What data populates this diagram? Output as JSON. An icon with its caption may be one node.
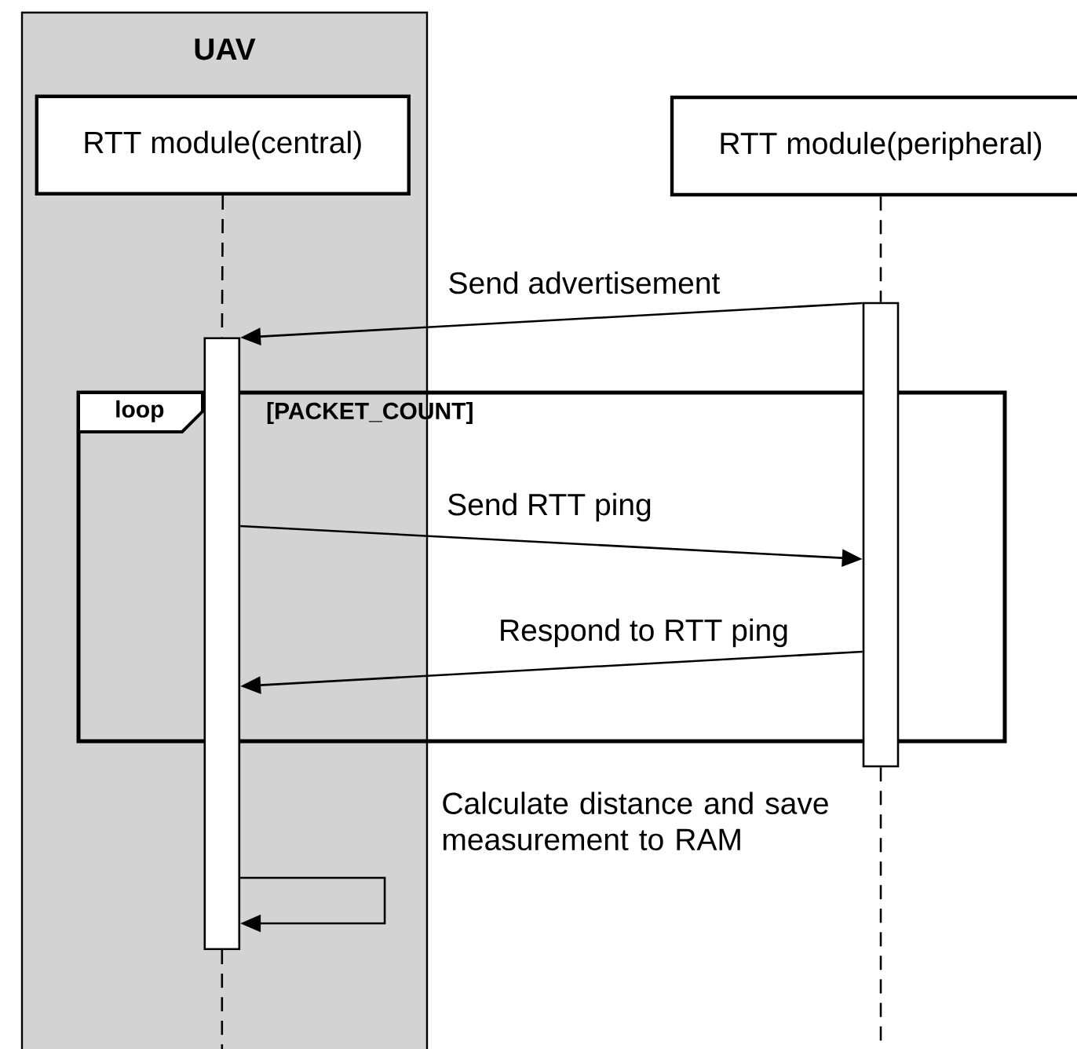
{
  "diagram": {
    "nodes": [
      {
        "text": [
          "UAV"
        ]
      },
      {
        "text": [
          "RTT module(central)"
        ],
        "in": 0
      },
      {
        "text": [
          "RTT module(peripheral)"
        ]
      },
      {
        "text": [],
        "shape": "bar",
        "in": 0
      },
      {
        "text": [],
        "shape": "bar"
      },
      {
        "text": [
          "loop"
        ],
        "in": 0
      }
    ],
    "labels": [
      "[PACKET_COUNT]"
    ],
    "edges": [
      {
        "from": 1,
        "to": 3,
        "arrow": "none",
        "style": "dashed"
      },
      {
        "from": 3,
        "to": null,
        "arrow": "none",
        "style": "dashed"
      },
      {
        "from": 2,
        "to": 4,
        "arrow": "none",
        "style": "dashed"
      },
      {
        "from": 4,
        "to": null,
        "arrow": "none",
        "style": "dashed"
      },
      {
        "from": 4,
        "to": 3,
        "arrow": "to",
        "label": "Send advertisement"
      },
      {
        "from": 3,
        "to": 4,
        "arrow": "to",
        "label": "Send RTT ping"
      },
      {
        "from": 4,
        "to": 3,
        "arrow": "to",
        "label": "Respond to RTT ping"
      },
      {
        "from": 3,
        "to": 3,
        "arrow": "to",
        "label": "Calculate distance and save measurement to RAM"
      }
    ]
  }
}
